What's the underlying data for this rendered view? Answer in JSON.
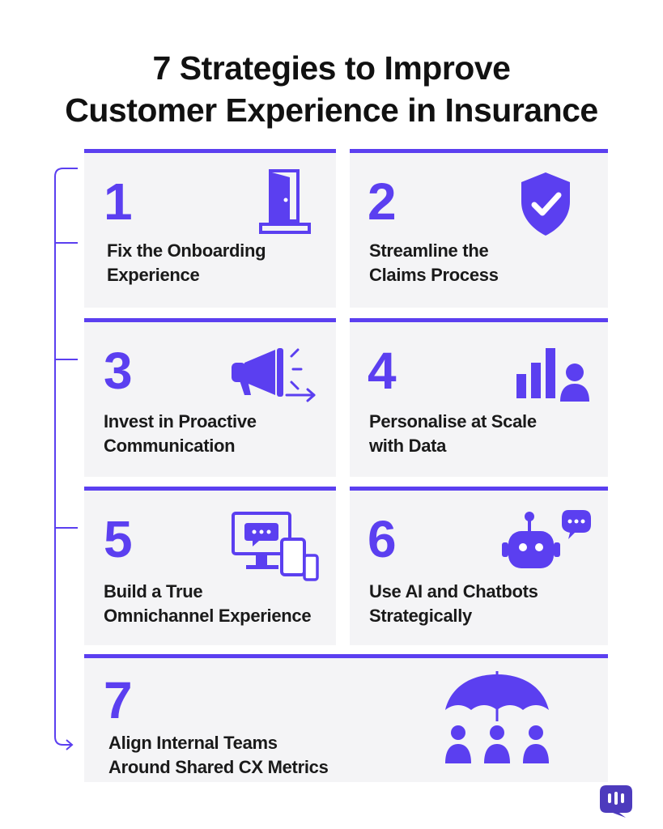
{
  "title": {
    "line1": "7 Strategies to Improve",
    "line2": "Customer Experience in Insurance"
  },
  "accent_color": "#5b3ff0",
  "strategies": [
    {
      "number": "1",
      "line1": "Fix the Onboarding",
      "line2": "Experience",
      "icon": "door-icon"
    },
    {
      "number": "2",
      "line1": "Streamline the",
      "line2": "Claims Process",
      "icon": "shield-check-icon"
    },
    {
      "number": "3",
      "line1": "Invest in Proactive",
      "line2": "Communication",
      "icon": "megaphone-icon"
    },
    {
      "number": "4",
      "line1": "Personalise at Scale",
      "line2": "with Data",
      "icon": "bar-chart-user-icon"
    },
    {
      "number": "5",
      "line1": "Build a True",
      "line2": "Omnichannel Experience",
      "icon": "multi-device-icon"
    },
    {
      "number": "6",
      "line1": "Use AI and Chatbots",
      "line2": "Strategically",
      "icon": "chatbot-icon"
    },
    {
      "number": "7",
      "line1": "Align Internal Teams",
      "line2": "Around Shared CX Metrics",
      "icon": "umbrella-team-icon"
    }
  ]
}
